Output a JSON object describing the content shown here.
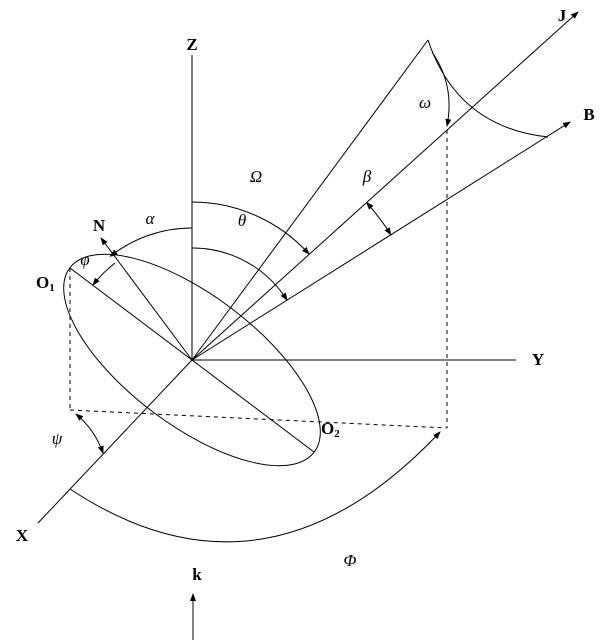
{
  "figure": {
    "background_color": "#ffffff",
    "line_color": "#000000"
  },
  "labels": {
    "axes": {
      "z": "Z",
      "y": "Y",
      "x": "X"
    },
    "vectors": {
      "j": "J",
      "b": "B",
      "n": "N",
      "k": "k"
    },
    "points": {
      "o1_base": "O",
      "o1_sub": "1",
      "o2_base": "O",
      "o2_sub": "2"
    },
    "angles": {
      "capital_omega": "Ω",
      "theta": "θ",
      "alpha": "α",
      "beta": "β",
      "omega": "ω",
      "varphi": "φ",
      "psi": "ψ",
      "capital_phi": "Φ"
    }
  }
}
